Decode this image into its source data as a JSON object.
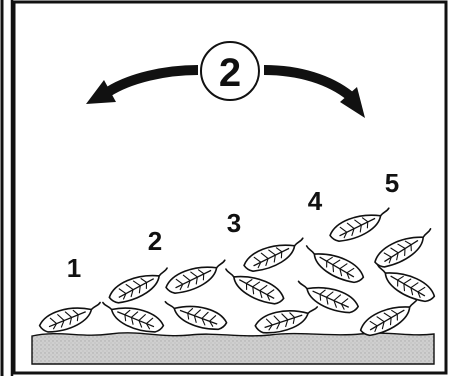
{
  "diagram": {
    "center_badge": "2",
    "stack_numbers": [
      "1",
      "2",
      "3",
      "4",
      "5"
    ],
    "icons": {
      "left_arrow": "curved-arrow-left-icon",
      "right_arrow": "curved-arrow-right-icon",
      "leaf": "leaf-icon",
      "ground": "ground-strip"
    },
    "colors": {
      "ink": "#111111",
      "paper": "#ffffff",
      "ground": "#c9c9c9"
    }
  }
}
